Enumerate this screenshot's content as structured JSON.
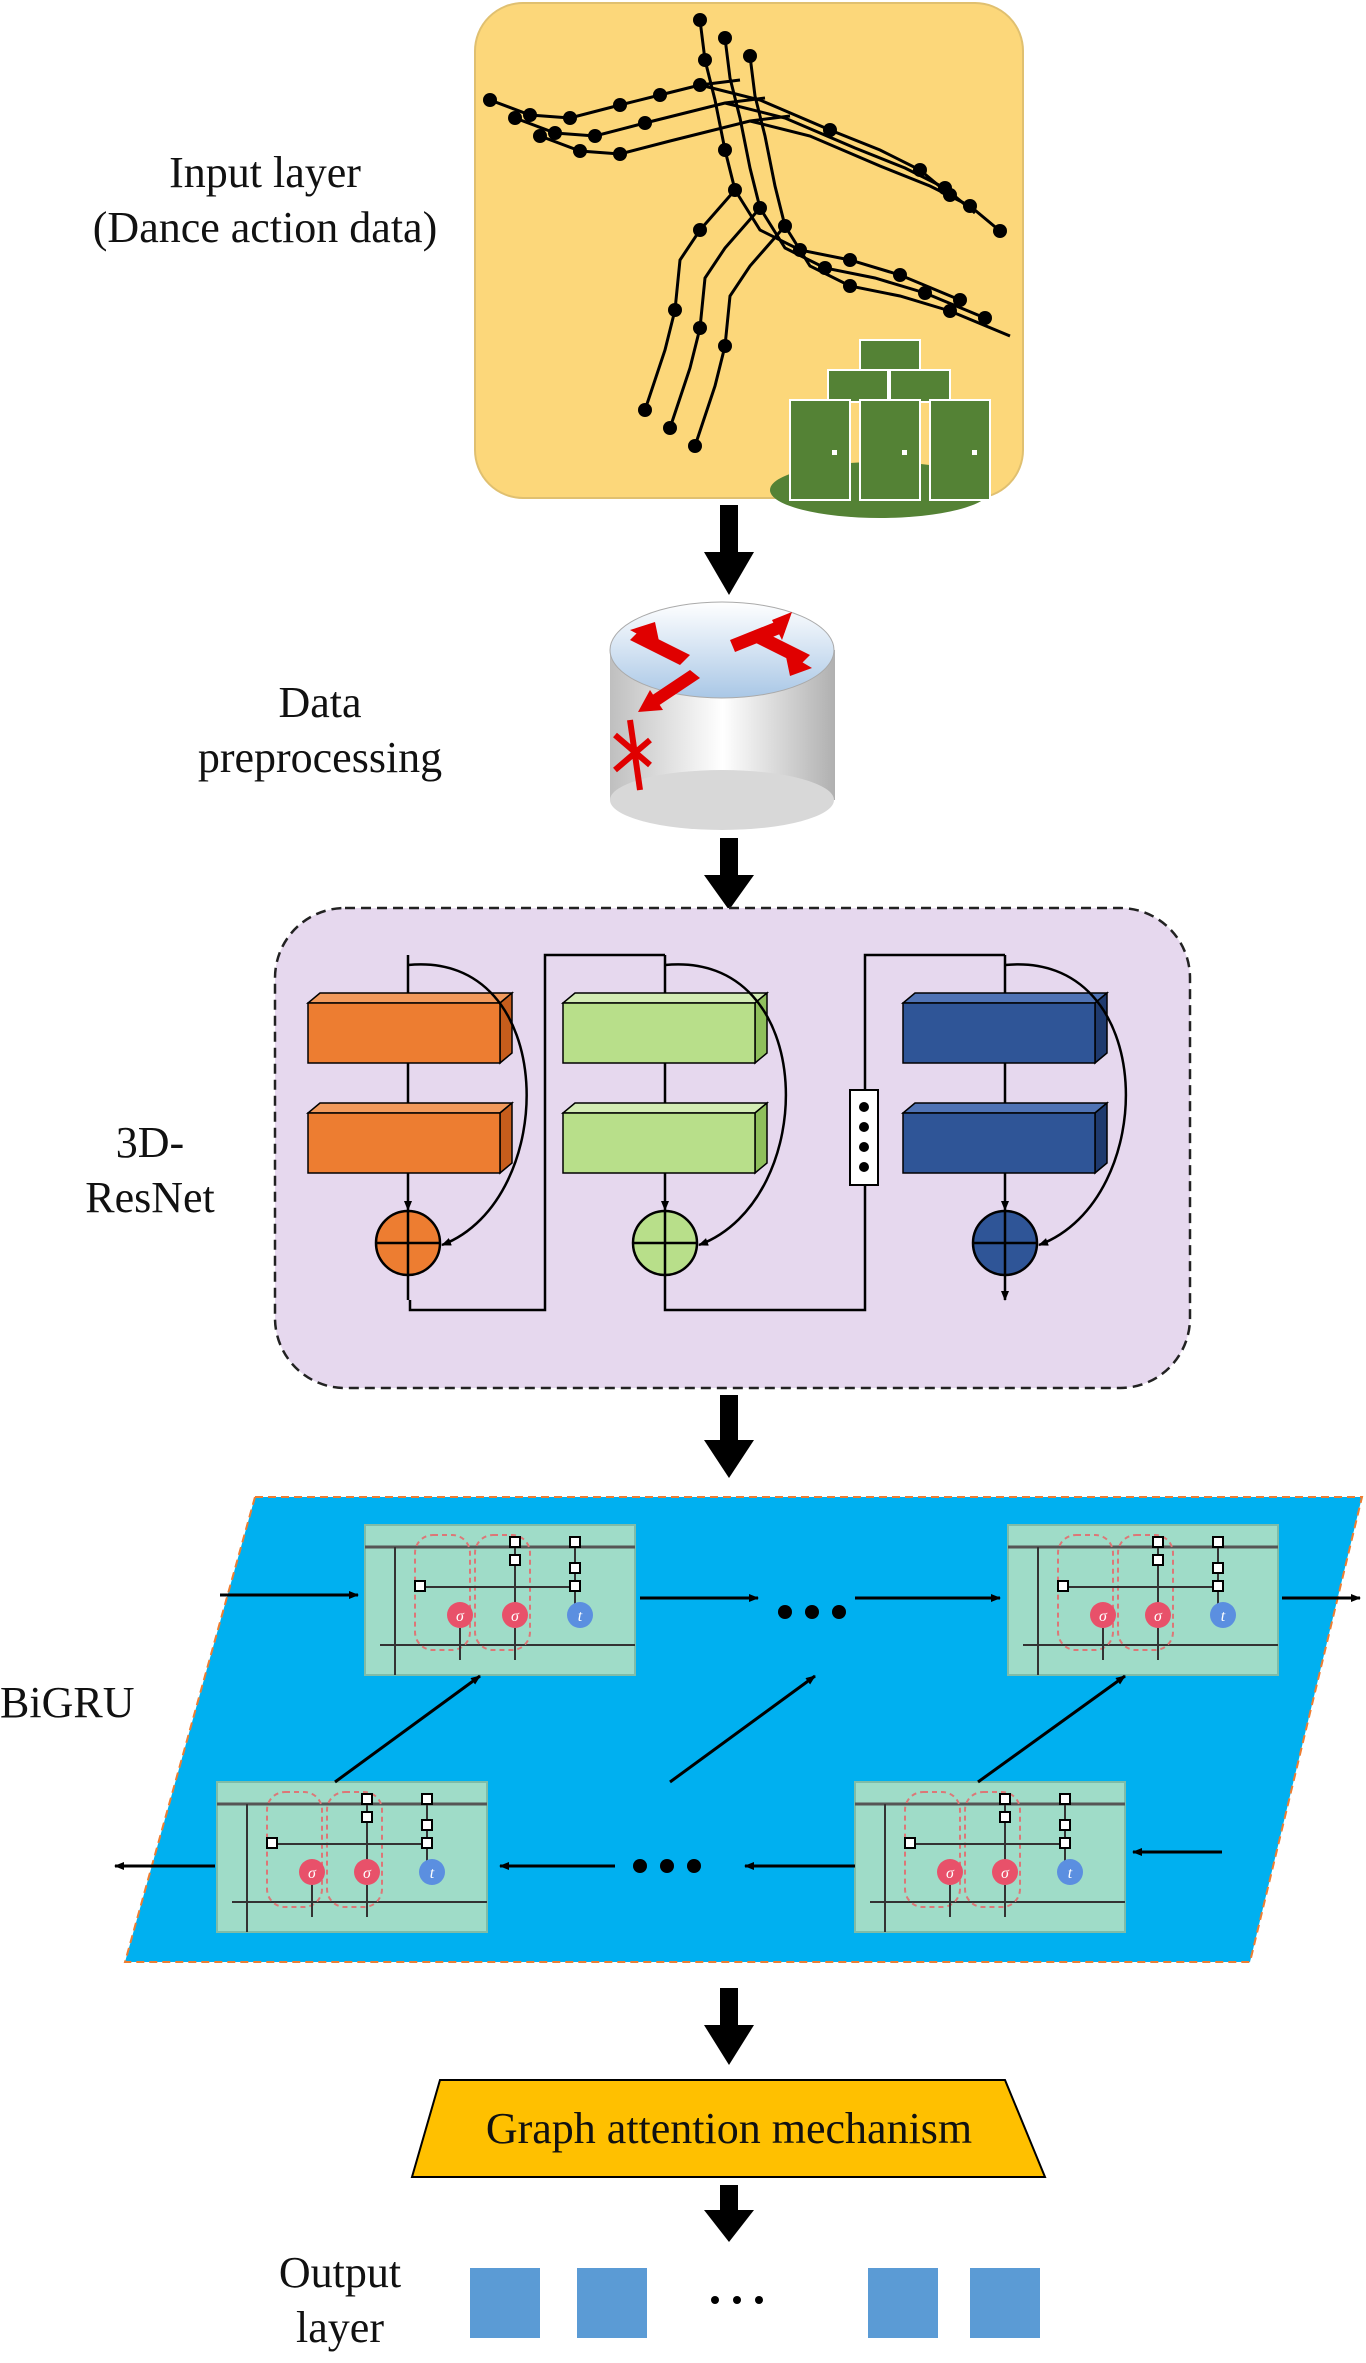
{
  "labels": {
    "input_line1": "Input layer",
    "input_line2": "(Dance action data)",
    "preproc_line1": "Data",
    "preproc_line2": "preprocessing",
    "resnet_line1": "3D-",
    "resnet_line2": "ResNet",
    "bigru": "BiGRU",
    "output_line1": "Output",
    "output_line2": "layer",
    "attention": "Graph attention mechanism"
  },
  "colors": {
    "input_bg": "#fcd77a",
    "server_green": "#548235",
    "resnet_bg": "#e6d8ee",
    "block_orange": "#ed7d31",
    "block_green": "#b8df8a",
    "block_blue": "#2f5597",
    "bigru_bg": "#00b0f0",
    "gru_cell": "#9fdcc8",
    "attention_bg": "#ffc000",
    "output_square": "#5b9bd5",
    "arrow": "#000000"
  },
  "icons": [
    "skeleton-figure-icon",
    "server-stack-icon",
    "router-icon",
    "add-circle-icon",
    "gru-cell-icon"
  ]
}
